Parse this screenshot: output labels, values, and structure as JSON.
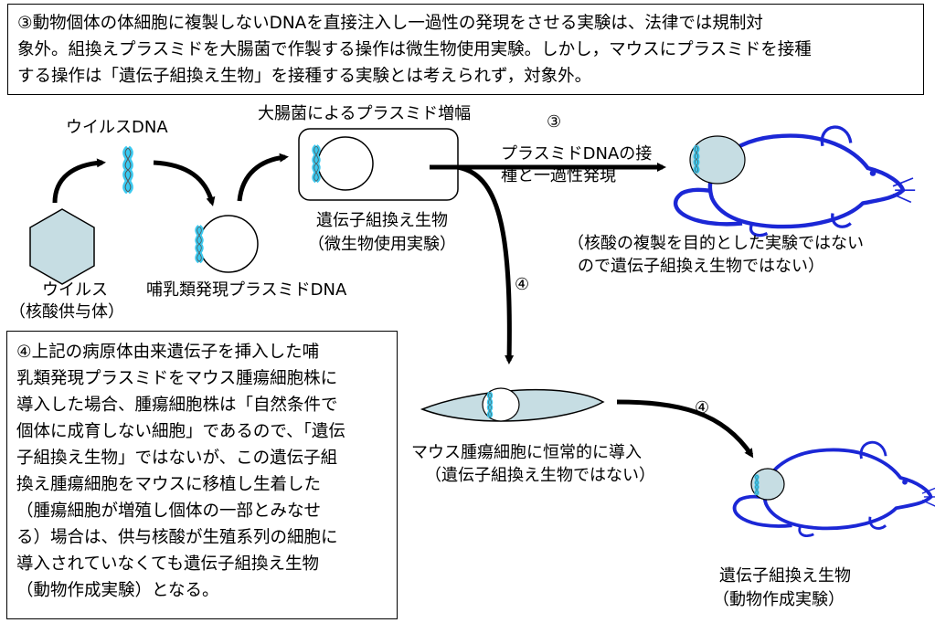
{
  "top_note": {
    "lines": [
      "③動物個体の体細胞に複製しないDNAを直接注入し一過性の発現をさせる実験は、法律では規制対",
      "象外。組換えプラスミドを大腸菌で作製する操作は微生物使用実験。しかし，マウスにプラスミドを接種",
      "する操作は「遺伝子組換え生物」を接種する実験とは考えられず，対象外。"
    ]
  },
  "bottom_note": {
    "lines": [
      "④上記の病原体由来遺伝子を挿入した哺",
      "乳類発現プラスミドをマウス腫瘍細胞株に",
      "導入した場合、腫瘍細胞株は「自然条件で",
      "個体に成育しない細胞」であるので、「遺伝",
      "子組換え生物」ではないが、この遺伝子組",
      "換え腫瘍細胞をマウスに移植し生着した",
      "（腫瘍細胞が増殖し個体の一部とみなせ",
      "る）場合は、供与核酸が生殖系列の細胞に",
      "導入されていなくても遺伝子組換え生物",
      "（動物作成実験）となる。"
    ]
  },
  "labels": {
    "virus_dna": "ウイルスDNA",
    "virus_line1": "ウイルス",
    "virus_line2": "（核酸供与体）",
    "mammal_plasmid": "哺乳類発現プラスミドDNA",
    "ecoli_title": "大腸菌によるプラスミド増幅",
    "gmo_line1": "遺伝子組換え生物",
    "gmo_line2": "（微生物使用実験）",
    "step3_number": "③",
    "step3_line1": "プラスミドDNAの接",
    "step3_line2": "種と一過性発現",
    "not_gmo_line1": "（核酸の複製を目的とした実験ではない",
    "not_gmo_line2": "ので遺伝子組換え生物ではない）",
    "step4_number_a": "④",
    "tumor_line1": "マウス腫瘍細胞に恒常的に導入",
    "tumor_line2": "（遺伝子組換え生物ではない）",
    "step4_number_b": "④",
    "animal_line1": "遺伝子組換え生物",
    "animal_line2": "（動物作成実験）"
  },
  "colors": {
    "hexagon_fill": "#c6dde3",
    "dna_cyan": "#39c9f0",
    "mouse_blue": "#1b27d6",
    "cell_fill": "#c6dde3"
  }
}
